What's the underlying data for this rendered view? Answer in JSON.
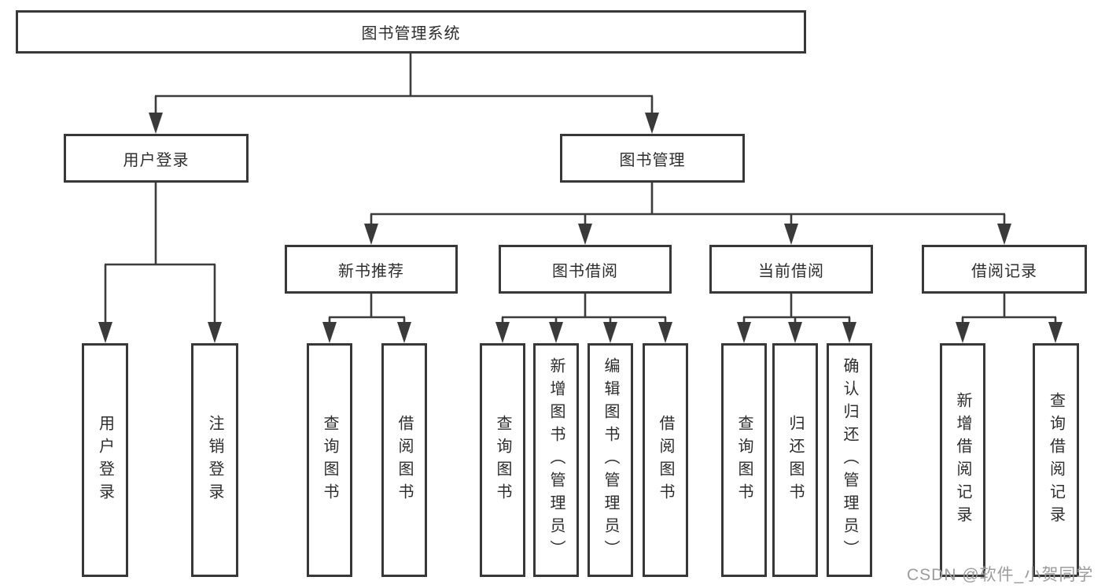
{
  "tree": {
    "label": "图书管理系统",
    "children": [
      {
        "label": "用户登录",
        "children": [
          {
            "label": "用户登录"
          },
          {
            "label": "注销登录"
          }
        ]
      },
      {
        "label": "图书管理",
        "children": [
          {
            "label": "新书推荐",
            "children": [
              {
                "label": "查询图书"
              },
              {
                "label": "借阅图书"
              }
            ]
          },
          {
            "label": "图书借阅",
            "children": [
              {
                "label": "查询图书"
              },
              {
                "label": "新增图书（管理员）"
              },
              {
                "label": "编辑图书（管理员）"
              },
              {
                "label": "借阅图书"
              }
            ]
          },
          {
            "label": "当前借阅",
            "children": [
              {
                "label": "查询图书"
              },
              {
                "label": "归还图书"
              },
              {
                "label": "确认归还（管理员）"
              }
            ]
          },
          {
            "label": "借阅记录",
            "children": [
              {
                "label": "新增借阅记录"
              },
              {
                "label": "查询借阅记录"
              }
            ]
          }
        ]
      }
    ]
  },
  "watermark": "CSDN @软件_小贺同学",
  "colors": {
    "line": "#3c3c3c",
    "arrow": "#3a3a3a",
    "box_border": "#383838",
    "text": "#2d2d2d",
    "watermark": "#9c9c9c",
    "background": "#ffffff"
  }
}
